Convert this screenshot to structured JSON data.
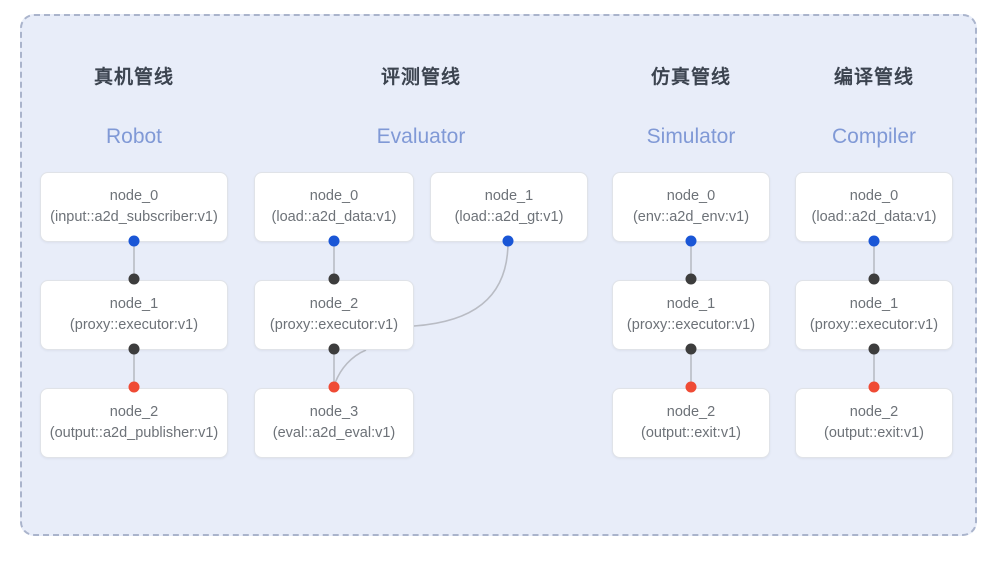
{
  "diagram": {
    "background_color": "#e8edf9",
    "border_color": "#aab4cc",
    "title_color": "#3c4450",
    "subtitle_color": "#8099d6",
    "node_text_color": "#6d7278",
    "port_colors": {
      "input": "#1a56d6",
      "middle": "#3d3d3d",
      "output": "#ef4b35"
    }
  },
  "columns": [
    {
      "title": "真机管线",
      "subtitle": "Robot",
      "nodes": [
        {
          "name": "node_0",
          "type": "(input::a2d_subscriber:v1)"
        },
        {
          "name": "node_1",
          "type": "(proxy::executor:v1)"
        },
        {
          "name": "node_2",
          "type": "(output::a2d_publisher:v1)"
        }
      ]
    },
    {
      "title": "评测管线",
      "subtitle": "Evaluator",
      "nodes": [
        {
          "name": "node_0",
          "type": "(load::a2d_data:v1)"
        },
        {
          "name": "node_1",
          "type": "(load::a2d_gt:v1)"
        },
        {
          "name": "node_2",
          "type": "(proxy::executor:v1)"
        },
        {
          "name": "node_3",
          "type": "(eval::a2d_eval:v1)"
        }
      ]
    },
    {
      "title": "仿真管线",
      "subtitle": "Simulator",
      "nodes": [
        {
          "name": "node_0",
          "type": "(env::a2d_env:v1)"
        },
        {
          "name": "node_1",
          "type": "(proxy::executor:v1)"
        },
        {
          "name": "node_2",
          "type": "(output::exit:v1)"
        }
      ]
    },
    {
      "title": "编译管线",
      "subtitle": "Compiler",
      "nodes": [
        {
          "name": "node_0",
          "type": "(load::a2d_data:v1)"
        },
        {
          "name": "node_1",
          "type": "(proxy::executor:v1)"
        },
        {
          "name": "node_2",
          "type": "(output::exit:v1)"
        }
      ]
    }
  ]
}
